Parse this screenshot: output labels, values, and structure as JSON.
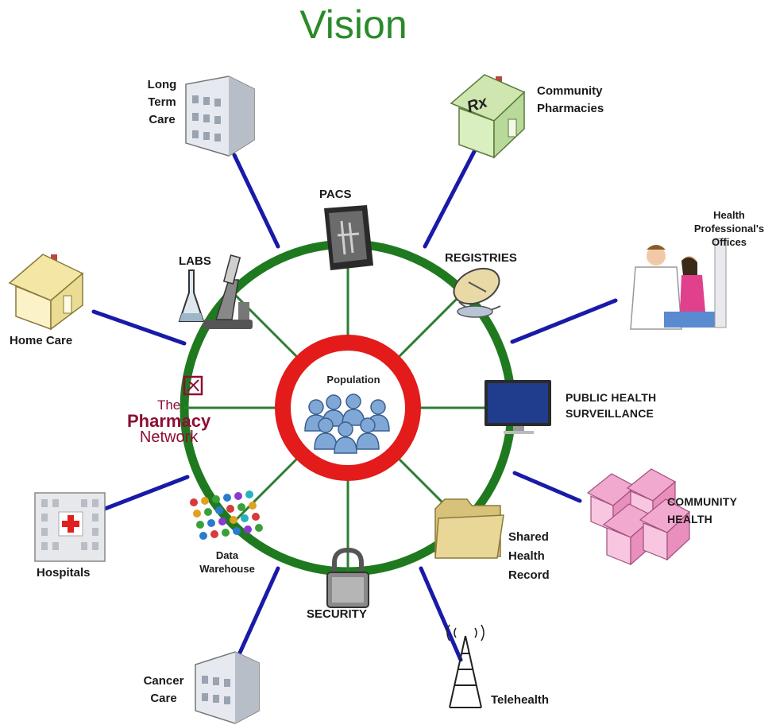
{
  "title": "Vision",
  "center": {
    "label": "Population"
  },
  "inner_nodes": {
    "pacs": "PACS",
    "registries": "REGISTRIES",
    "labs": "LABS",
    "public_health_line1": "PUBLIC HEALTH",
    "public_health_line2": "SURVEILLANCE",
    "shared_health_line1": "Shared",
    "shared_health_line2": "Health",
    "shared_health_line3": "Record",
    "security": "SECURITY",
    "data_warehouse_line1": "Data",
    "data_warehouse_line2": "Warehouse",
    "pharmacy_network_line1": "The",
    "pharmacy_network_line2": "Pharmacy",
    "pharmacy_network_line3": "Network"
  },
  "outer_nodes": {
    "long_term_care_line1": "Long",
    "long_term_care_line2": "Term",
    "long_term_care_line3": "Care",
    "community_pharmacies_line1": "Community",
    "community_pharmacies_line2": "Pharmacies",
    "pharmacy_sign": "Rx",
    "health_prof_line1": "Health",
    "health_prof_line2": "Professional's",
    "health_prof_line3": "Offices",
    "home_care": "Home Care",
    "hospitals": "Hospitals",
    "community_health_line1": "COMMUNITY",
    "community_health_line2": "HEALTH",
    "cancer_care_line1": "Cancer",
    "cancer_care_line2": "Care",
    "telehealth": "Telehealth"
  },
  "colors": {
    "ring": "#1f7a1f",
    "spoke_inner": "#2e7d32",
    "spoke_outer": "#1a1aa8",
    "center_ring": "#e31b1b",
    "title": "#2a8a2a",
    "brand": "#8c0f34"
  }
}
